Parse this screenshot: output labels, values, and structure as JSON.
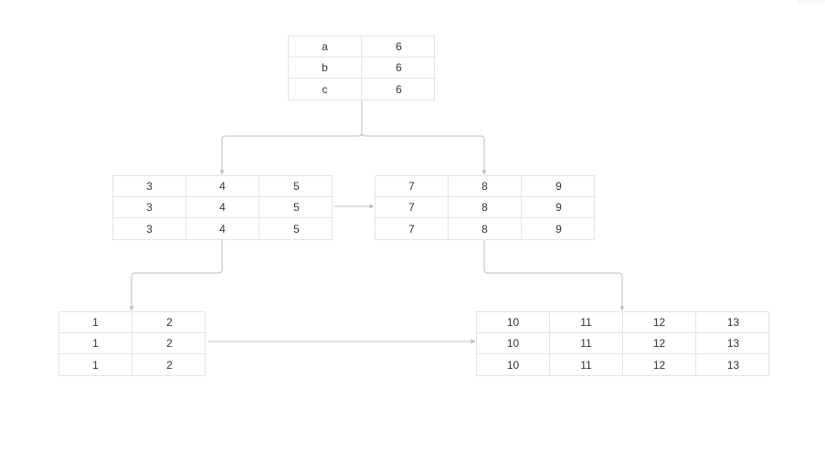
{
  "diagram": {
    "nodes": [
      {
        "id": "root",
        "rows": [
          [
            "a",
            "6"
          ],
          [
            "b",
            "6"
          ],
          [
            "c",
            "6"
          ]
        ]
      },
      {
        "id": "left",
        "rows": [
          [
            "3",
            "4",
            "5"
          ],
          [
            "3",
            "4",
            "5"
          ],
          [
            "3",
            "4",
            "5"
          ]
        ]
      },
      {
        "id": "right",
        "rows": [
          [
            "7",
            "8",
            "9"
          ],
          [
            "7",
            "8",
            "9"
          ],
          [
            "7",
            "8",
            "9"
          ]
        ]
      },
      {
        "id": "leaf-1",
        "rows": [
          [
            "1",
            "2"
          ],
          [
            "1",
            "2"
          ],
          [
            "1",
            "2"
          ]
        ]
      },
      {
        "id": "leaf-2",
        "rows": [
          [
            "10",
            "11",
            "12",
            "13"
          ],
          [
            "10",
            "11",
            "12",
            "13"
          ],
          [
            "10",
            "11",
            "12",
            "13"
          ]
        ]
      }
    ],
    "edges": [
      {
        "from": "root",
        "to": "left",
        "kind": "child"
      },
      {
        "from": "root",
        "to": "right",
        "kind": "child"
      },
      {
        "from": "left",
        "to": "right",
        "kind": "sibling-link"
      },
      {
        "from": "left",
        "to": "leaf-1",
        "kind": "child"
      },
      {
        "from": "right",
        "to": "leaf-2",
        "kind": "child"
      },
      {
        "from": "leaf-1",
        "to": "leaf-2",
        "kind": "sibling-link"
      }
    ],
    "colors": {
      "border": "#e4e4e4",
      "line": "#bdbdbd",
      "text": "#333333"
    }
  }
}
